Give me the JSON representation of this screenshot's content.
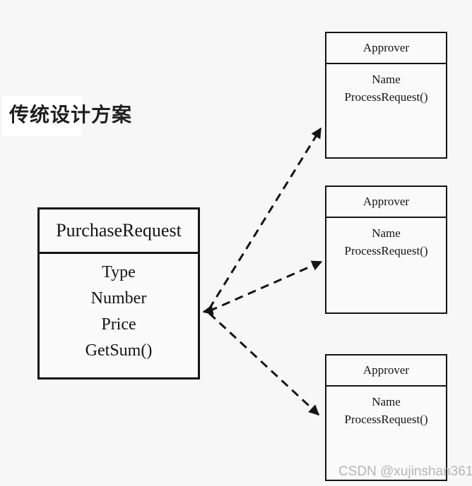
{
  "title": {
    "text": "传统设计方案"
  },
  "diagram": {
    "purchase_request": {
      "name": "PurchaseRequest",
      "members": [
        "Type",
        "Number",
        "Price",
        "GetSum()"
      ]
    },
    "approvers": [
      {
        "name": "Approver",
        "members": [
          "Name",
          "ProcessRequest()"
        ]
      },
      {
        "name": "Approver",
        "members": [
          "Name",
          "ProcessRequest()"
        ]
      },
      {
        "name": "Approver",
        "members": [
          "Name",
          "ProcessRequest()"
        ]
      }
    ]
  },
  "watermark": {
    "text": "CSDN @xujinshan361"
  },
  "colors": {
    "background": "#f7f7f7",
    "box_fill": "#fafafa",
    "line": "#141414",
    "watermark": "#b5b5b5"
  }
}
